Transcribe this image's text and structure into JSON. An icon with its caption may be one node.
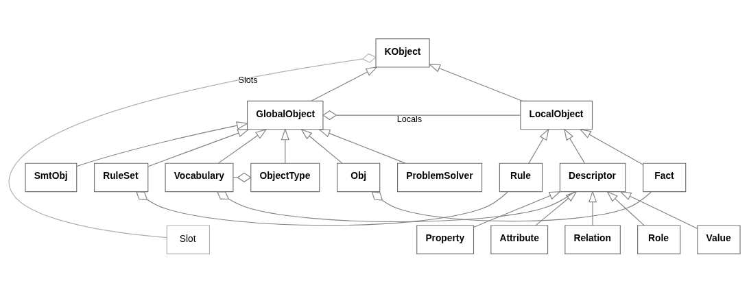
{
  "diagram": {
    "nodes": [
      {
        "text": [
          "KObject"
        ]
      },
      {
        "text": [
          "Slot"
        ]
      },
      {
        "text": [
          "GlobalObject"
        ]
      },
      {
        "text": [
          "LocalObject"
        ]
      },
      {
        "text": [
          "SmtObj"
        ]
      },
      {
        "text": [
          "RuleSet"
        ]
      },
      {
        "text": [
          "Obj"
        ]
      },
      {
        "text": [
          "ProblemSolver"
        ]
      },
      {
        "text": [
          "ObjectType"
        ]
      },
      {
        "text": [
          "Vocabulary"
        ]
      },
      {
        "text": [
          "Descriptor"
        ]
      },
      {
        "text": [
          "Fact"
        ]
      },
      {
        "text": [
          "Rule"
        ]
      },
      {
        "text": [
          "Property"
        ]
      },
      {
        "text": [
          "Attribute"
        ]
      },
      {
        "text": [
          "Relation"
        ]
      },
      {
        "text": [
          "Role"
        ]
      },
      {
        "text": [
          "Value"
        ]
      }
    ],
    "edges": [
      {
        "from": 0,
        "to": 1,
        "arrow": "other",
        "label": "Slots",
        "color": "#b0b0b0"
      },
      {
        "from": 2,
        "to": 0,
        "arrow": "to"
      },
      {
        "from": 3,
        "to": 0,
        "arrow": "to"
      },
      {
        "from": 2,
        "to": 3,
        "arrow": "other",
        "label": "Locals"
      },
      {
        "from": 4,
        "to": 2,
        "arrow": "to"
      },
      {
        "from": 5,
        "to": 2,
        "arrow": "to"
      },
      {
        "from": 6,
        "to": 2,
        "arrow": "to"
      },
      {
        "from": 7,
        "to": 2,
        "arrow": "to"
      },
      {
        "from": 8,
        "to": 2,
        "arrow": "to"
      },
      {
        "from": 9,
        "to": 2,
        "arrow": "to"
      },
      {
        "from": 10,
        "to": 3,
        "arrow": "to"
      },
      {
        "from": 11,
        "to": 3,
        "arrow": "to"
      },
      {
        "from": 12,
        "to": 3,
        "arrow": "to"
      },
      {
        "from": 8,
        "to": 9,
        "arrow": "other"
      },
      {
        "from": 9,
        "to": 10,
        "arrow": "other"
      },
      {
        "from": 6,
        "to": 11,
        "arrow": "other"
      },
      {
        "from": 5,
        "to": 12,
        "arrow": "other"
      },
      {
        "from": 13,
        "to": 10,
        "arrow": "to"
      },
      {
        "from": 14,
        "to": 10,
        "arrow": "to"
      },
      {
        "from": 15,
        "to": 10,
        "arrow": "to"
      },
      {
        "from": 16,
        "to": 10,
        "arrow": "to"
      },
      {
        "from": 17,
        "to": 10,
        "arrow": "to"
      }
    ]
  }
}
